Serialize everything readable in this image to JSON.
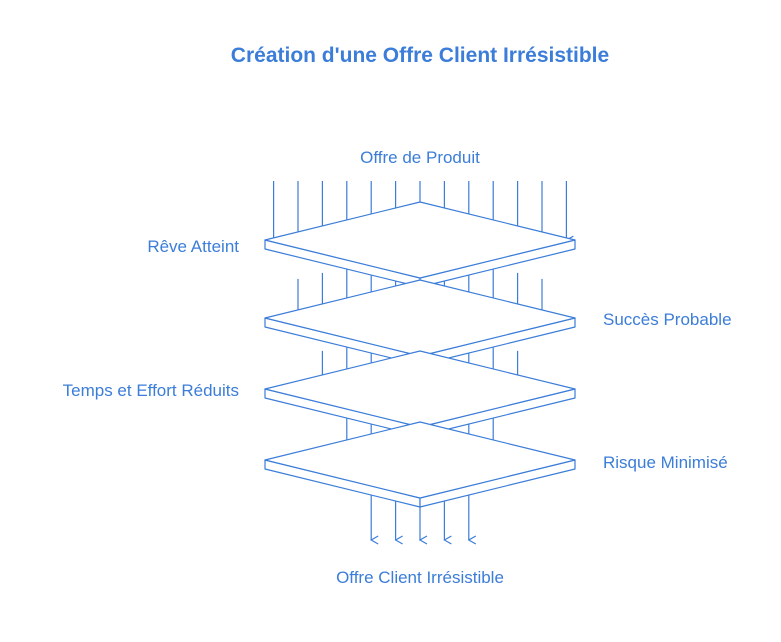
{
  "title": "Création d'une Offre Client Irrésistible",
  "input_label": "Offre de Produit",
  "output_label": "Offre Client Irrésistible",
  "layers": [
    {
      "label": "Rêve Atteint",
      "side": "left"
    },
    {
      "label": "Succès Probable",
      "side": "right"
    },
    {
      "label": "Temps et Effort Réduits",
      "side": "left"
    },
    {
      "label": "Risque Minimisé",
      "side": "right"
    }
  ],
  "colors": {
    "accent": "#3b7dd8",
    "background": "#ffffff"
  }
}
